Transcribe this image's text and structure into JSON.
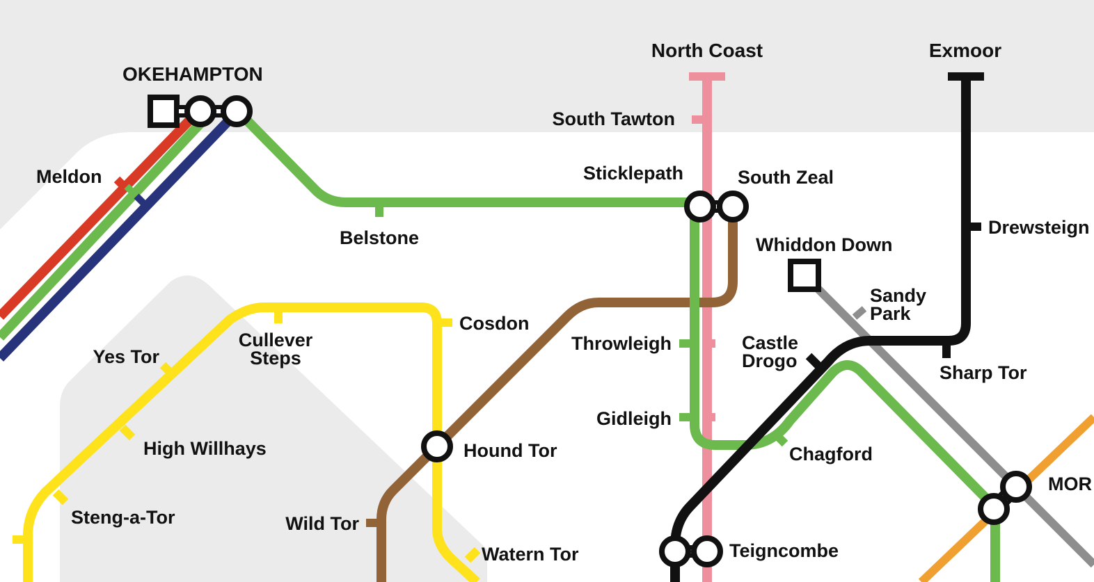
{
  "colors": {
    "background": "#ffffff",
    "shade": "#ebebeb",
    "red": "#d93a26",
    "green": "#6cb94d",
    "navy": "#27337a",
    "pink": "#ee8f9d",
    "brown": "#936338",
    "black": "#111111",
    "grey": "#8e8e8e",
    "yellow": "#fde21c",
    "orange": "#f0a030"
  },
  "terminals": {
    "north_coast": "North Coast",
    "exmoor": "Exmoor"
  },
  "interchanges": {
    "okehampton": "OKEHAMPTON",
    "hound_tor": "Hound Tor",
    "teigncombe": "Teigncombe",
    "mor_partial": "MOR",
    "south_zeal": "South Zeal",
    "whiddon_down": "Whiddon Down"
  },
  "stations": {
    "meldon": "Meldon",
    "belstone": "Belstone",
    "south_tawton": "South Tawton",
    "sticklepath": "Sticklepath",
    "drewsteignton_partial": "Drewsteign",
    "sandy": "Sandy",
    "park": "Park",
    "castle": "Castle",
    "drogo": "Drogo",
    "sharp_tor": "Sharp Tor",
    "throwleigh": "Throwleigh",
    "gidleigh": "Gidleigh",
    "chagford": "Chagford",
    "cosdon": "Cosdon",
    "cullever": "Cullever",
    "steps": "Steps",
    "yes_tor": "Yes Tor",
    "high_willhays": "High Willhays",
    "steng_a_tor": "Steng-a-Tor",
    "wild_tor": "Wild Tor",
    "watern_tor": "Watern Tor"
  }
}
